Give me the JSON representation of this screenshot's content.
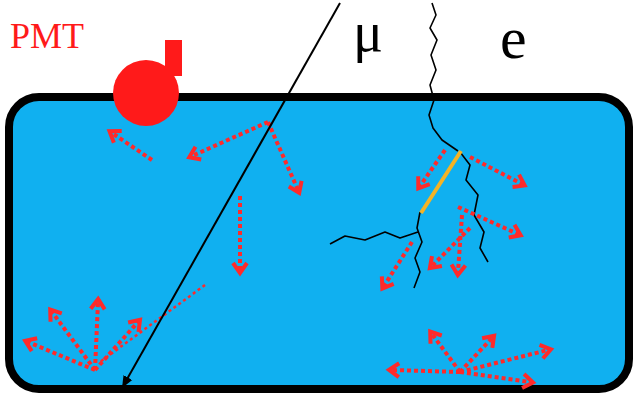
{
  "diagram": {
    "labels": [
      "PMT",
      "μ",
      "e"
    ]
  }
}
